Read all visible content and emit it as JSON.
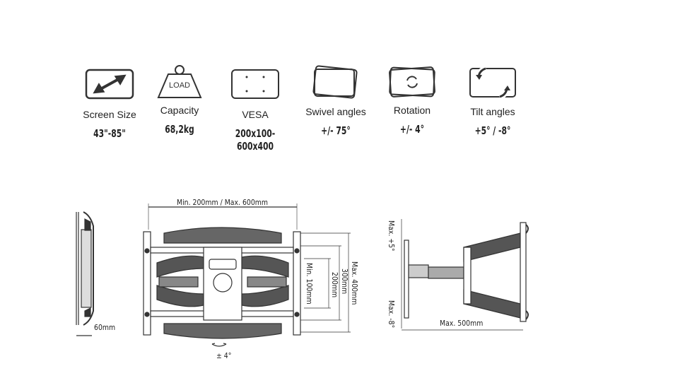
{
  "features": [
    {
      "icon": "screen-size-icon",
      "label": "Screen Size",
      "value": "43\"-85\""
    },
    {
      "icon": "load-weight-icon",
      "label": "Capacity",
      "value": "68,2kg",
      "icon_text": "LOAD"
    },
    {
      "icon": "vesa-icon",
      "label": "VESA",
      "value": "200x100-600x400"
    },
    {
      "icon": "swivel-icon",
      "label": "Swivel angles",
      "value": "+/- 75°"
    },
    {
      "icon": "rotation-icon",
      "label": "Rotation",
      "value": "+/- 4°"
    },
    {
      "icon": "tilt-icon",
      "label": "Tilt angles",
      "value": "+5° / -8°"
    }
  ],
  "diagram": {
    "width_range": "Min. 200mm / Max. 600mm",
    "height_max": "Max. 400mm",
    "height_300": "300mm",
    "height_200": "200mm",
    "height_min": "Min. 100mm",
    "depth": "60mm",
    "rotation": "± 4°",
    "tilt_up": "Max. +5°",
    "tilt_down": "Max. -8°",
    "extension": "Max. 500mm"
  }
}
